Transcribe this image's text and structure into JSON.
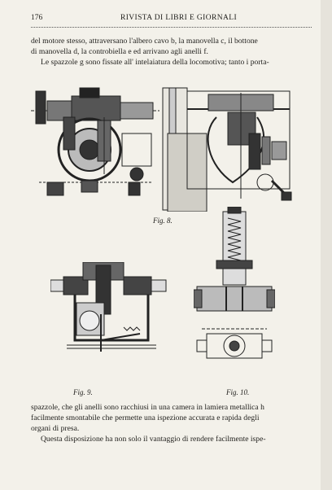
{
  "header": {
    "page_number": "176",
    "running_title": "RIVISTA DI LIBRI E GIORNALI"
  },
  "paragraphs": {
    "top": [
      "del motore stesso, attraversano l'albero cavo b, la manovella c, il bottone",
      "di manovella d, la controbiella e ed arrivano agli anelli f.",
      "Le spazzole g sono fissate all' intelaiatura della locomotiva; tanto i porta-"
    ],
    "bottom": [
      "spazzole, che gli anelli sono racchiusi in una camera in lamiera metallica h",
      "facilmente smontabile che permette una ispezione accurata e rapida degli",
      "organi di presa.",
      "Questa disposizione ha non solo il vantaggio di rendere facilmente ispe-"
    ]
  },
  "figures": {
    "fig8_caption": "Fig. 8.",
    "fig9_caption": "Fig. 9.",
    "fig10_caption": "Fig. 10."
  }
}
